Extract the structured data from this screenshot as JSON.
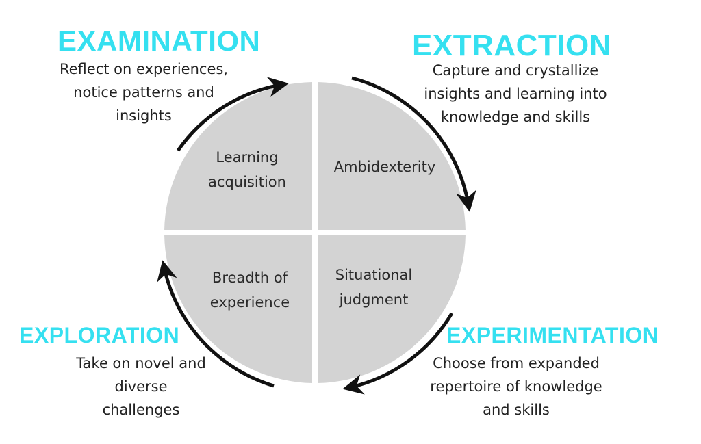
{
  "colors": {
    "accent": "#35e0f0",
    "quadrant_fill": "#d3d3d3",
    "arrow": "#111111",
    "text": "#222222"
  },
  "stages": {
    "examination": {
      "title": "EXAMINATION",
      "description": [
        "Reflect on experiences,",
        "notice patterns and",
        "insights"
      ]
    },
    "extraction": {
      "title": "EXTRACTION",
      "description": [
        "Capture and crystallize",
        "insights and learning into",
        "knowledge and skills"
      ]
    },
    "exploration": {
      "title": "EXPLORATION",
      "description": [
        "Take on novel and",
        "diverse",
        "challenges"
      ]
    },
    "experimentation": {
      "title": "EXPERIMENTATION",
      "description": [
        "Choose from expanded",
        "repertoire of knowledge",
        "and skills"
      ]
    }
  },
  "quadrants": {
    "top_left": [
      "Learning",
      "acquisition"
    ],
    "top_right": [
      "Ambidexterity"
    ],
    "bottom_left": [
      "Breadth of",
      "experience"
    ],
    "bottom_right": [
      "Situational",
      "judgment"
    ]
  }
}
